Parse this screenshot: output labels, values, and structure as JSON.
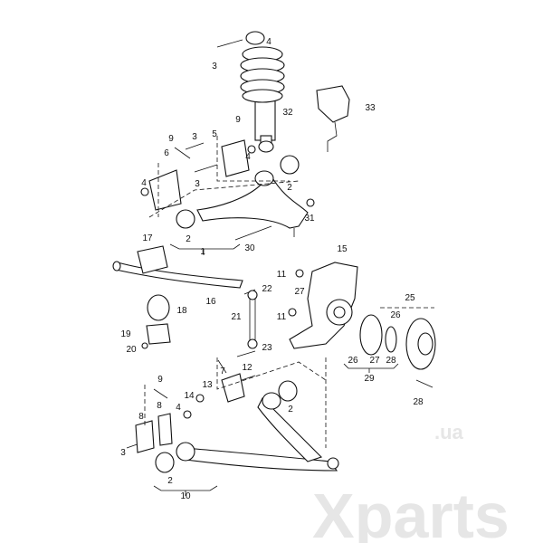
{
  "watermark": {
    "brand": "Xparts",
    "domain": ".ua"
  },
  "labels": [
    "4",
    "3",
    "32",
    "33",
    "9",
    "3",
    "9",
    "5",
    "6",
    "4",
    "3",
    "4",
    "2",
    "2",
    "31",
    "1",
    "30",
    "17",
    "15",
    "11",
    "22",
    "27",
    "25",
    "16",
    "18",
    "21",
    "11",
    "26",
    "19",
    "23",
    "20",
    "26",
    "27",
    "28",
    "29",
    "7",
    "12",
    "9",
    "28",
    "14",
    "13",
    "4",
    "8",
    "8",
    "3",
    "2",
    "2",
    "10"
  ]
}
